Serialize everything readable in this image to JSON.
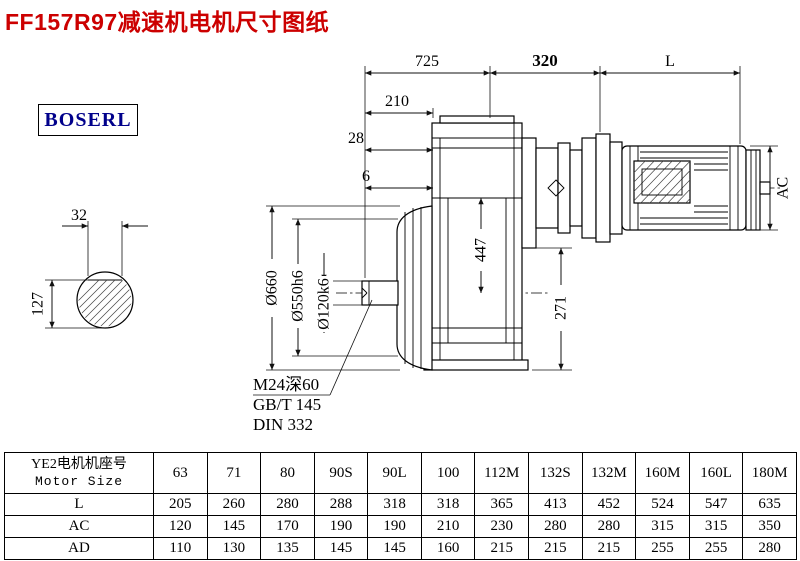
{
  "page": {
    "title": "FF157R97减速机电机尺寸图纸",
    "title_color": "#cc0000",
    "brand": "BOSERL",
    "brand_color": "#00008b"
  },
  "drawing": {
    "dim_725": "725",
    "dim_320": "320",
    "dim_L": "L",
    "dim_210": "210",
    "dim_28": "28",
    "dim_6": "6",
    "dim_32": "32",
    "dim_127": "127",
    "dim_447": "447",
    "dim_271": "271",
    "dim_AC": "AC",
    "dia_660": "Ø660",
    "dia_550": "Ø550h6",
    "dia_120": "Ø120k6",
    "note_thread": "M24深60",
    "note_gb": "GB/T 145",
    "note_din": "DIN 332"
  },
  "table": {
    "header": {
      "line1": "YE2电机机座号",
      "line2": "Motor Size"
    },
    "columns": [
      "63",
      "71",
      "80",
      "90S",
      "90L",
      "100",
      "112M",
      "132S",
      "132M",
      "160M",
      "160L",
      "180M"
    ],
    "rows": [
      {
        "label": "L",
        "values": [
          "205",
          "260",
          "280",
          "288",
          "318",
          "318",
          "365",
          "413",
          "452",
          "524",
          "547",
          "635"
        ]
      },
      {
        "label": "AC",
        "values": [
          "120",
          "145",
          "170",
          "190",
          "190",
          "210",
          "230",
          "280",
          "280",
          "315",
          "315",
          "350"
        ]
      },
      {
        "label": "AD",
        "values": [
          "110",
          "130",
          "135",
          "145",
          "145",
          "160",
          "215",
          "215",
          "215",
          "255",
          "255",
          "280"
        ]
      }
    ]
  }
}
